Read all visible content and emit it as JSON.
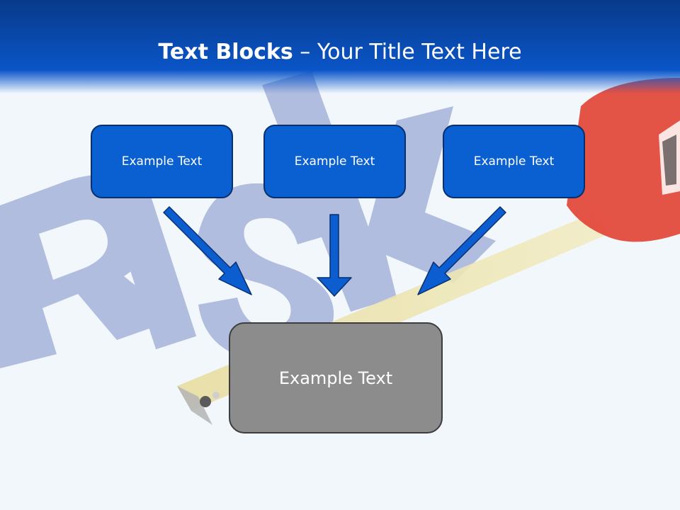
{
  "title": {
    "bold": "Text Blocks",
    "dash": " – ",
    "rest": "Your Title Text Here"
  },
  "boxes": {
    "left": "Example Text",
    "middle": "Example Text",
    "right": "Example Text",
    "bottom": "Example Text"
  },
  "colors": {
    "header_blue": "#0a55c8",
    "box_blue": "#0a5fd1",
    "box_border": "#08306e",
    "box_gray": "#8c8c8c",
    "arrow_blue": "#0b5dd0"
  },
  "background": {
    "word": "RISK",
    "icon": "tape-measure"
  }
}
